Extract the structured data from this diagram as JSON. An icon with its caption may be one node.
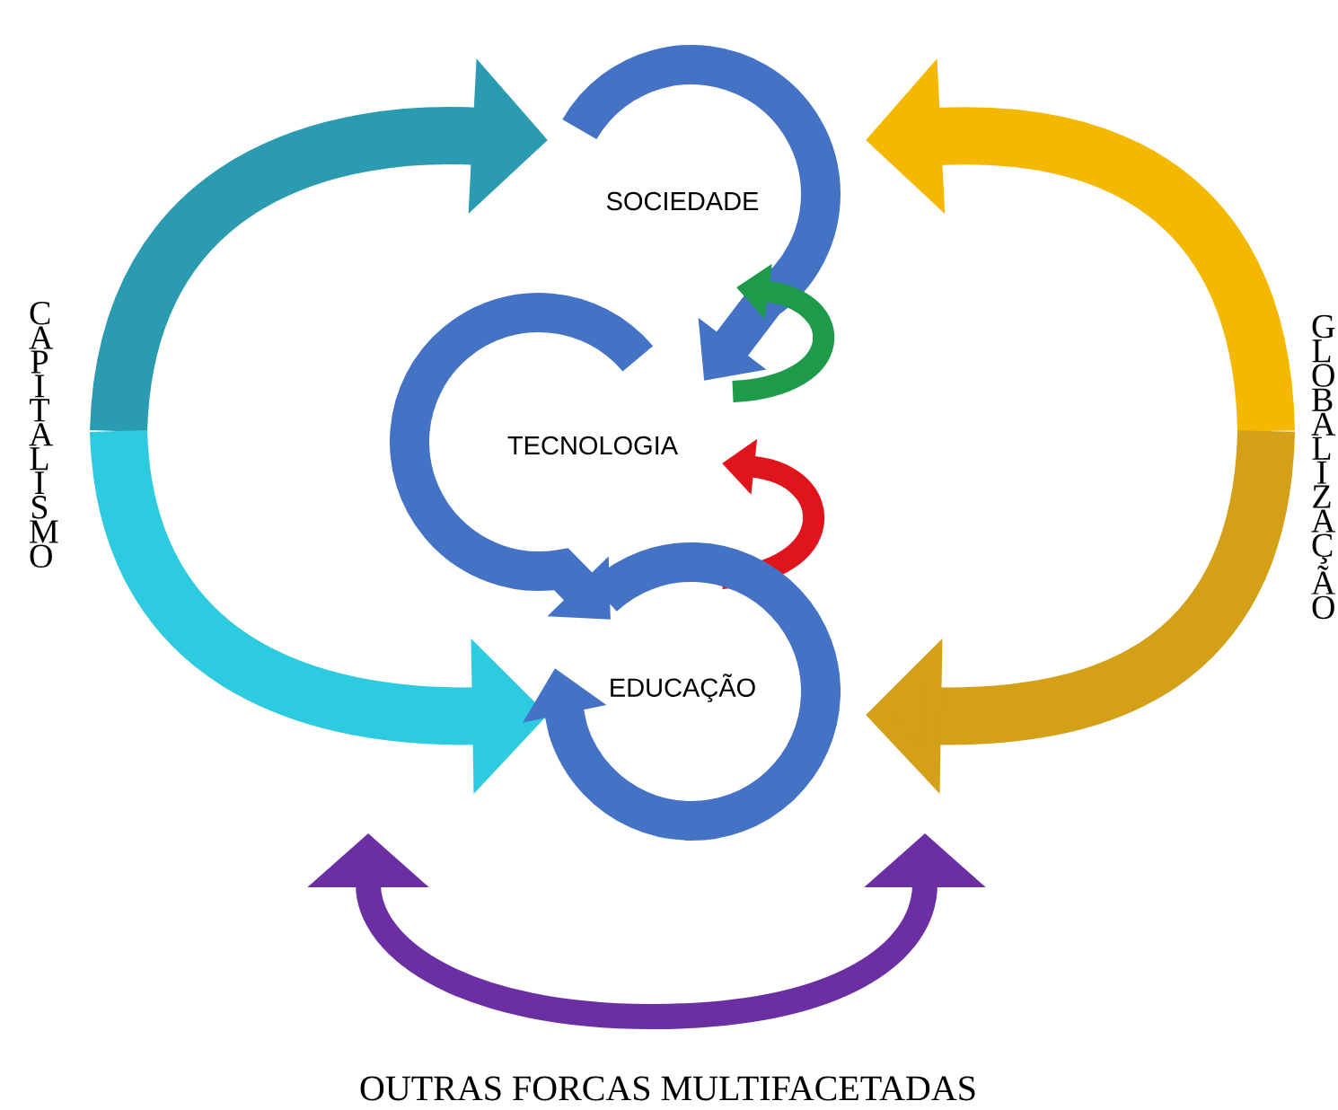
{
  "diagram": {
    "nodes": [
      {
        "text": [
          "SOCIEDADE"
        ]
      },
      {
        "text": [
          "TECNOLOGIA"
        ]
      },
      {
        "text": [
          "EDUCAÇÃO"
        ]
      },
      {
        "text": [
          "CAPITALISMO"
        ]
      },
      {
        "text": [
          "GLOBALIZAÇÃO"
        ]
      },
      {
        "text": [
          "OUTRAS FORCAS MULTIFACETADAS"
        ]
      }
    ],
    "edges": [
      {
        "from": 0,
        "to": 1,
        "arrow": "to"
      },
      {
        "from": 1,
        "to": 2,
        "arrow": "to"
      },
      {
        "from": 1,
        "to": 0,
        "arrow": "to",
        "color": "#1e9a4b"
      },
      {
        "from": 2,
        "to": 1,
        "arrow": "to",
        "color": "#e0141b"
      },
      {
        "from": 3,
        "to": 0,
        "arrow": "to",
        "color": "#2a9bb0"
      },
      {
        "from": 3,
        "to": 2,
        "arrow": "to",
        "color": "#2ccbdf"
      },
      {
        "from": 4,
        "to": 0,
        "arrow": "to",
        "color": "#f5b800"
      },
      {
        "from": 4,
        "to": 2,
        "arrow": "to",
        "color": "#d4a017"
      },
      {
        "from": 5,
        "to": null,
        "arrow": "to",
        "color": "#6b2fa3"
      },
      {
        "from": 5,
        "to": null,
        "arrow": "to",
        "color": "#6b2fa3"
      },
      {
        "from": 2,
        "to": 2,
        "arrow": "to"
      }
    ]
  }
}
